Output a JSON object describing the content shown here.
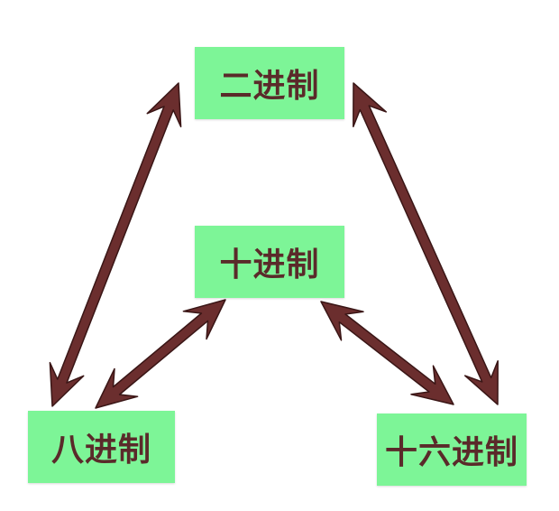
{
  "colors": {
    "node_fill": "#7df597",
    "node_text": "#5a2a2a",
    "arrow_fill": "#6b2e2e",
    "arrow_stroke": "#3a1616"
  },
  "nodes": {
    "binary": "二进制",
    "decimal": "十进制",
    "octal": "八进制",
    "hex": "十六进制"
  }
}
